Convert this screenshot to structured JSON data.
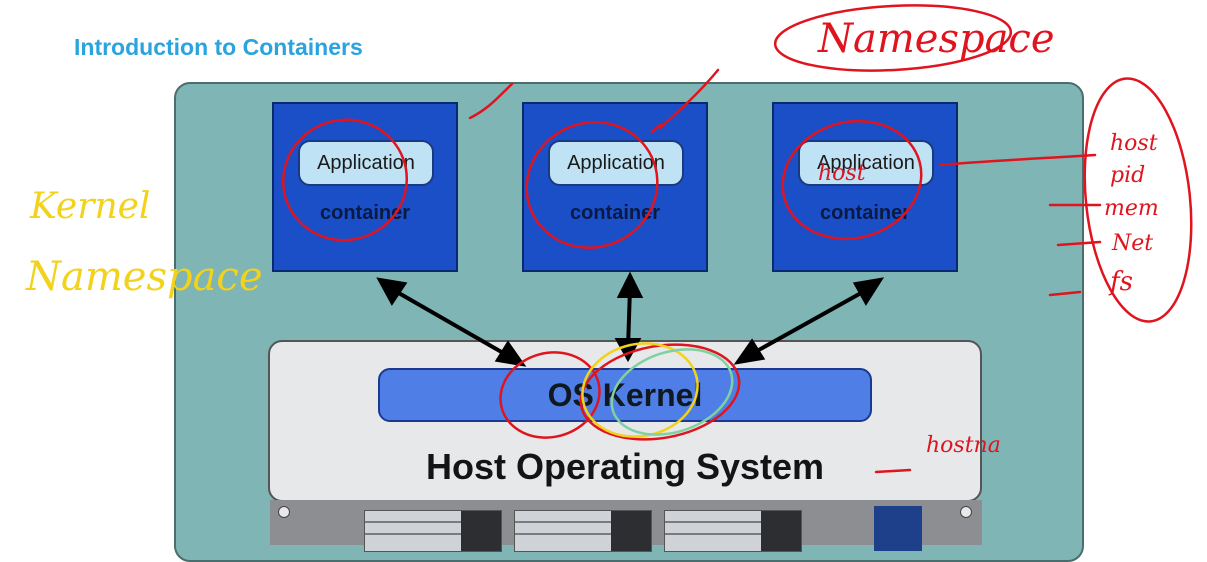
{
  "slide": {
    "title": "Introduction to Containers"
  },
  "containers": [
    {
      "app_label": "Application",
      "container_label": "container"
    },
    {
      "app_label": "Application",
      "container_label": "container"
    },
    {
      "app_label": "Application",
      "container_label": "container"
    }
  ],
  "host": {
    "kernel_label": "OS Kernel",
    "os_label": "Host Operating System"
  },
  "annotations": {
    "namespace_top": "Namespace",
    "kernel_namespace_line1": "Kernel",
    "kernel_namespace_line2": "Namespace",
    "host_side_list": [
      "host",
      "pid",
      "mem",
      "Net",
      "fs"
    ],
    "app_overwrite": "host",
    "hostname_note": "hostna"
  },
  "colors": {
    "title": "#2aa3df",
    "panel": "#7fb5b5",
    "container": "#1a4fc8",
    "kernel": "#4f7fe6",
    "ink_red": "#e0141e",
    "ink_yellow": "#f2d21b",
    "ink_green": "#7fd1a0"
  }
}
